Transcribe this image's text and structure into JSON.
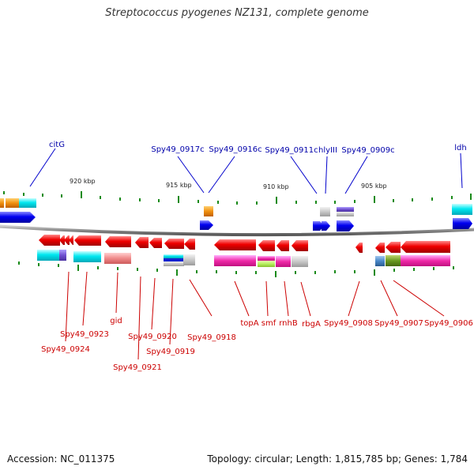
{
  "title": "Streptococcus pyogenes NZ131, complete genome",
  "accession": "Accession: NC_011375",
  "summary": "Topology: circular; Length: 1,815,785 bp; Genes: 1,784",
  "scale_labels": [
    "920 kbp",
    "915 kbp",
    "910 kbp",
    "905 kbp"
  ],
  "forward_genes": [
    "citG",
    "Spy49_0917c",
    "Spy49_0916c",
    "Spy49_0911c",
    "hlyIII",
    "Spy49_0909c",
    "ldh"
  ],
  "reverse_genes": [
    "Spy49_0924",
    "Spy49_0923",
    "Spy49_0921",
    "gid",
    "Spy49_0920",
    "Spy49_0919",
    "Spy49_0918",
    "topA",
    "smf",
    "rnhB",
    "rbgA",
    "Spy49_0908",
    "Spy49_0907",
    "Spy49_0906"
  ],
  "colors": {
    "forward_label": "#0000aa",
    "reverse_label": "#cc0000",
    "forward_arrow": "#0000ee",
    "reverse_arrow": "#ee0000",
    "backbone": "#808080",
    "tick": "#1a8a1a"
  }
}
